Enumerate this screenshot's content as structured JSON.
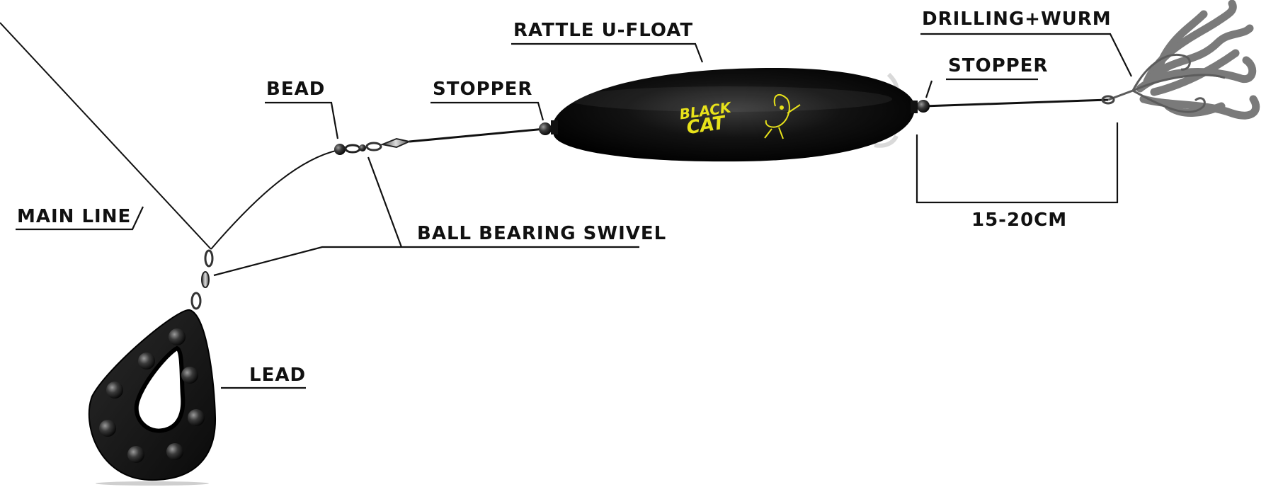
{
  "labels": {
    "main_line": "MAIN LINE",
    "bead": "BEAD",
    "stopper_left": "STOPPER",
    "rattle_u_float": "RATTLE U-FLOAT",
    "stopper_right": "STOPPER",
    "drilling_wurm": "DRILLING+WURM",
    "ball_bearing_swivel": "BALL BEARING SWIVEL",
    "lead": "LEAD",
    "length": "15-20CM"
  },
  "logo": {
    "line1": "BLACK",
    "line2": "CAT"
  },
  "colors": {
    "line": "#111111",
    "float_body": "#0d0d0d",
    "logo_yellow": "#e8e21a",
    "lead_body": "#151515",
    "worm_gray": "#7a7a7a"
  }
}
